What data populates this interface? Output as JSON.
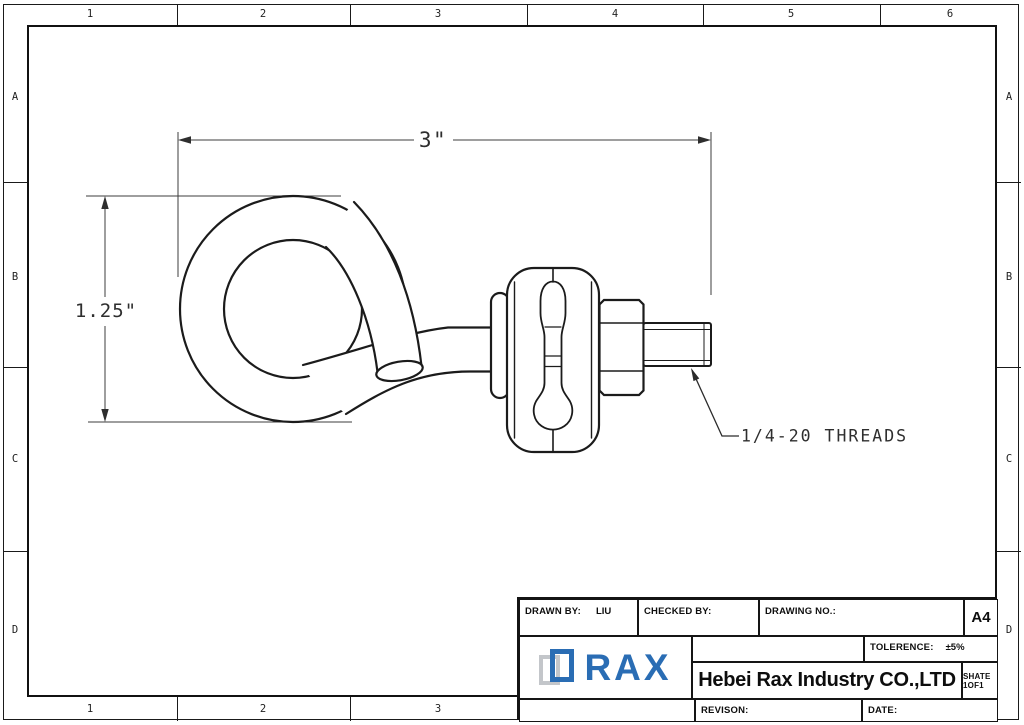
{
  "zones": {
    "top": [
      "1",
      "2",
      "3",
      "4",
      "5",
      "6"
    ],
    "bottom": [
      "1",
      "2",
      "3"
    ],
    "side": [
      "A",
      "B",
      "C",
      "D"
    ]
  },
  "drawing": {
    "dim_width": "3\"",
    "dim_height": "1.25\"",
    "thread_note": "1/4-20 THREADS"
  },
  "title_block": {
    "drawn_by_label": "DRAWN BY:",
    "drawn_by_value": "LIU",
    "checked_by_label": "CHECKED BY:",
    "drawing_no_label": "DRAWING NO.:",
    "paper_size": "A4",
    "tolerance_label": "TOLERENCE:",
    "tolerance_value": "±5%",
    "company_name": "Hebei Rax Industry CO.,LTD",
    "sheet_note": "SHATE 1OF1",
    "revision_label": "REVISON:",
    "date_label": "DATE:",
    "logo_text": "RAX"
  },
  "colors": {
    "logo_blue": "#2a6db4",
    "logo_gray": "#c3c6ca",
    "line": "#1b1b1b"
  }
}
